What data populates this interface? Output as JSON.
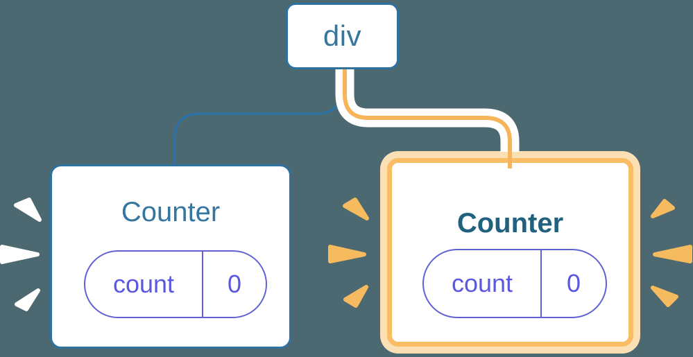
{
  "diagram": {
    "description": "Component tree diagram: a div root element with two Counter children; the second Counter is highlighted (state reset/re-created) with orange glow and sparks.",
    "tree": {
      "root": {
        "label": "div"
      },
      "children": [
        {
          "label": "Counter",
          "state_key": "count",
          "state_value": "0",
          "highlighted": false
        },
        {
          "label": "Counter",
          "state_key": "count",
          "state_value": "0",
          "highlighted": true
        }
      ]
    }
  },
  "colors": {
    "bg": "#4C6871",
    "white": "#FFFFFF",
    "blue": "#2E72A0",
    "blue_line": "#2E72A3",
    "blue_text": "#35769F",
    "blue_text_strong": "#20617F",
    "orange": "#F7B45A",
    "orange_border": "#F8BD65",
    "orange_halo": "#FBE0B4",
    "spark_orange": "#F6BA5F",
    "spark_white": "#FFFFFF",
    "purple": "#6161D4",
    "purple_text": "#5A57E0"
  }
}
